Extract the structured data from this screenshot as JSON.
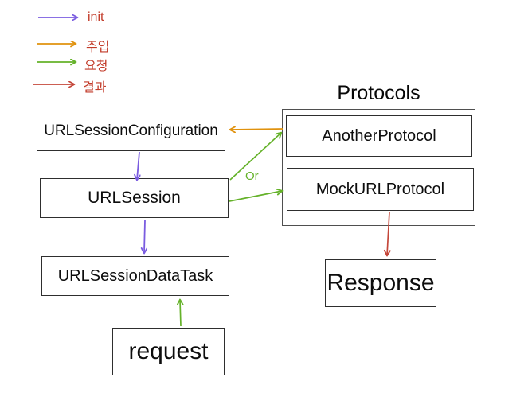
{
  "colors": {
    "init": "#7a5ce0",
    "inject": "#e0920e",
    "request": "#65b22a",
    "result": "#c4473a",
    "legend_text": "#c23a28",
    "box_border": "#2e2e2e",
    "group_border": "#4f4f4f"
  },
  "legend": {
    "items": [
      {
        "label": "init"
      },
      {
        "label": "주입"
      },
      {
        "label": "요청"
      },
      {
        "label": "결과"
      }
    ]
  },
  "nodes": {
    "url_session_configuration": "URLSessionConfiguration",
    "url_session": "URLSession",
    "url_session_data_task": "URLSessionDataTask",
    "request": "request",
    "another_protocol": "AnotherProtocol",
    "mock_url_protocol": "MockURLProtocol",
    "response": "Response"
  },
  "labels": {
    "protocols_title": "Protocols",
    "or": "Or"
  }
}
